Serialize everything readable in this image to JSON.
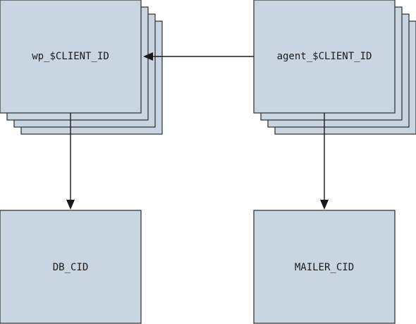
{
  "nodes": {
    "wp": {
      "label": "wp_$CLIENT_ID",
      "stacked": true
    },
    "agent": {
      "label": "agent_$CLIENT_ID",
      "stacked": true
    },
    "db": {
      "label": "DB_CID",
      "stacked": false
    },
    "mailer": {
      "label": "MAILER_CID",
      "stacked": false
    }
  },
  "edges": [
    {
      "from": "agent",
      "to": "wp"
    },
    {
      "from": "wp",
      "to": "db"
    },
    {
      "from": "agent",
      "to": "mailer"
    }
  ],
  "colors": {
    "box_fill": "#c9d6e2",
    "box_stroke": "#2b2b2b",
    "arrow": "#1a1a1a",
    "background": "#ffffff"
  }
}
